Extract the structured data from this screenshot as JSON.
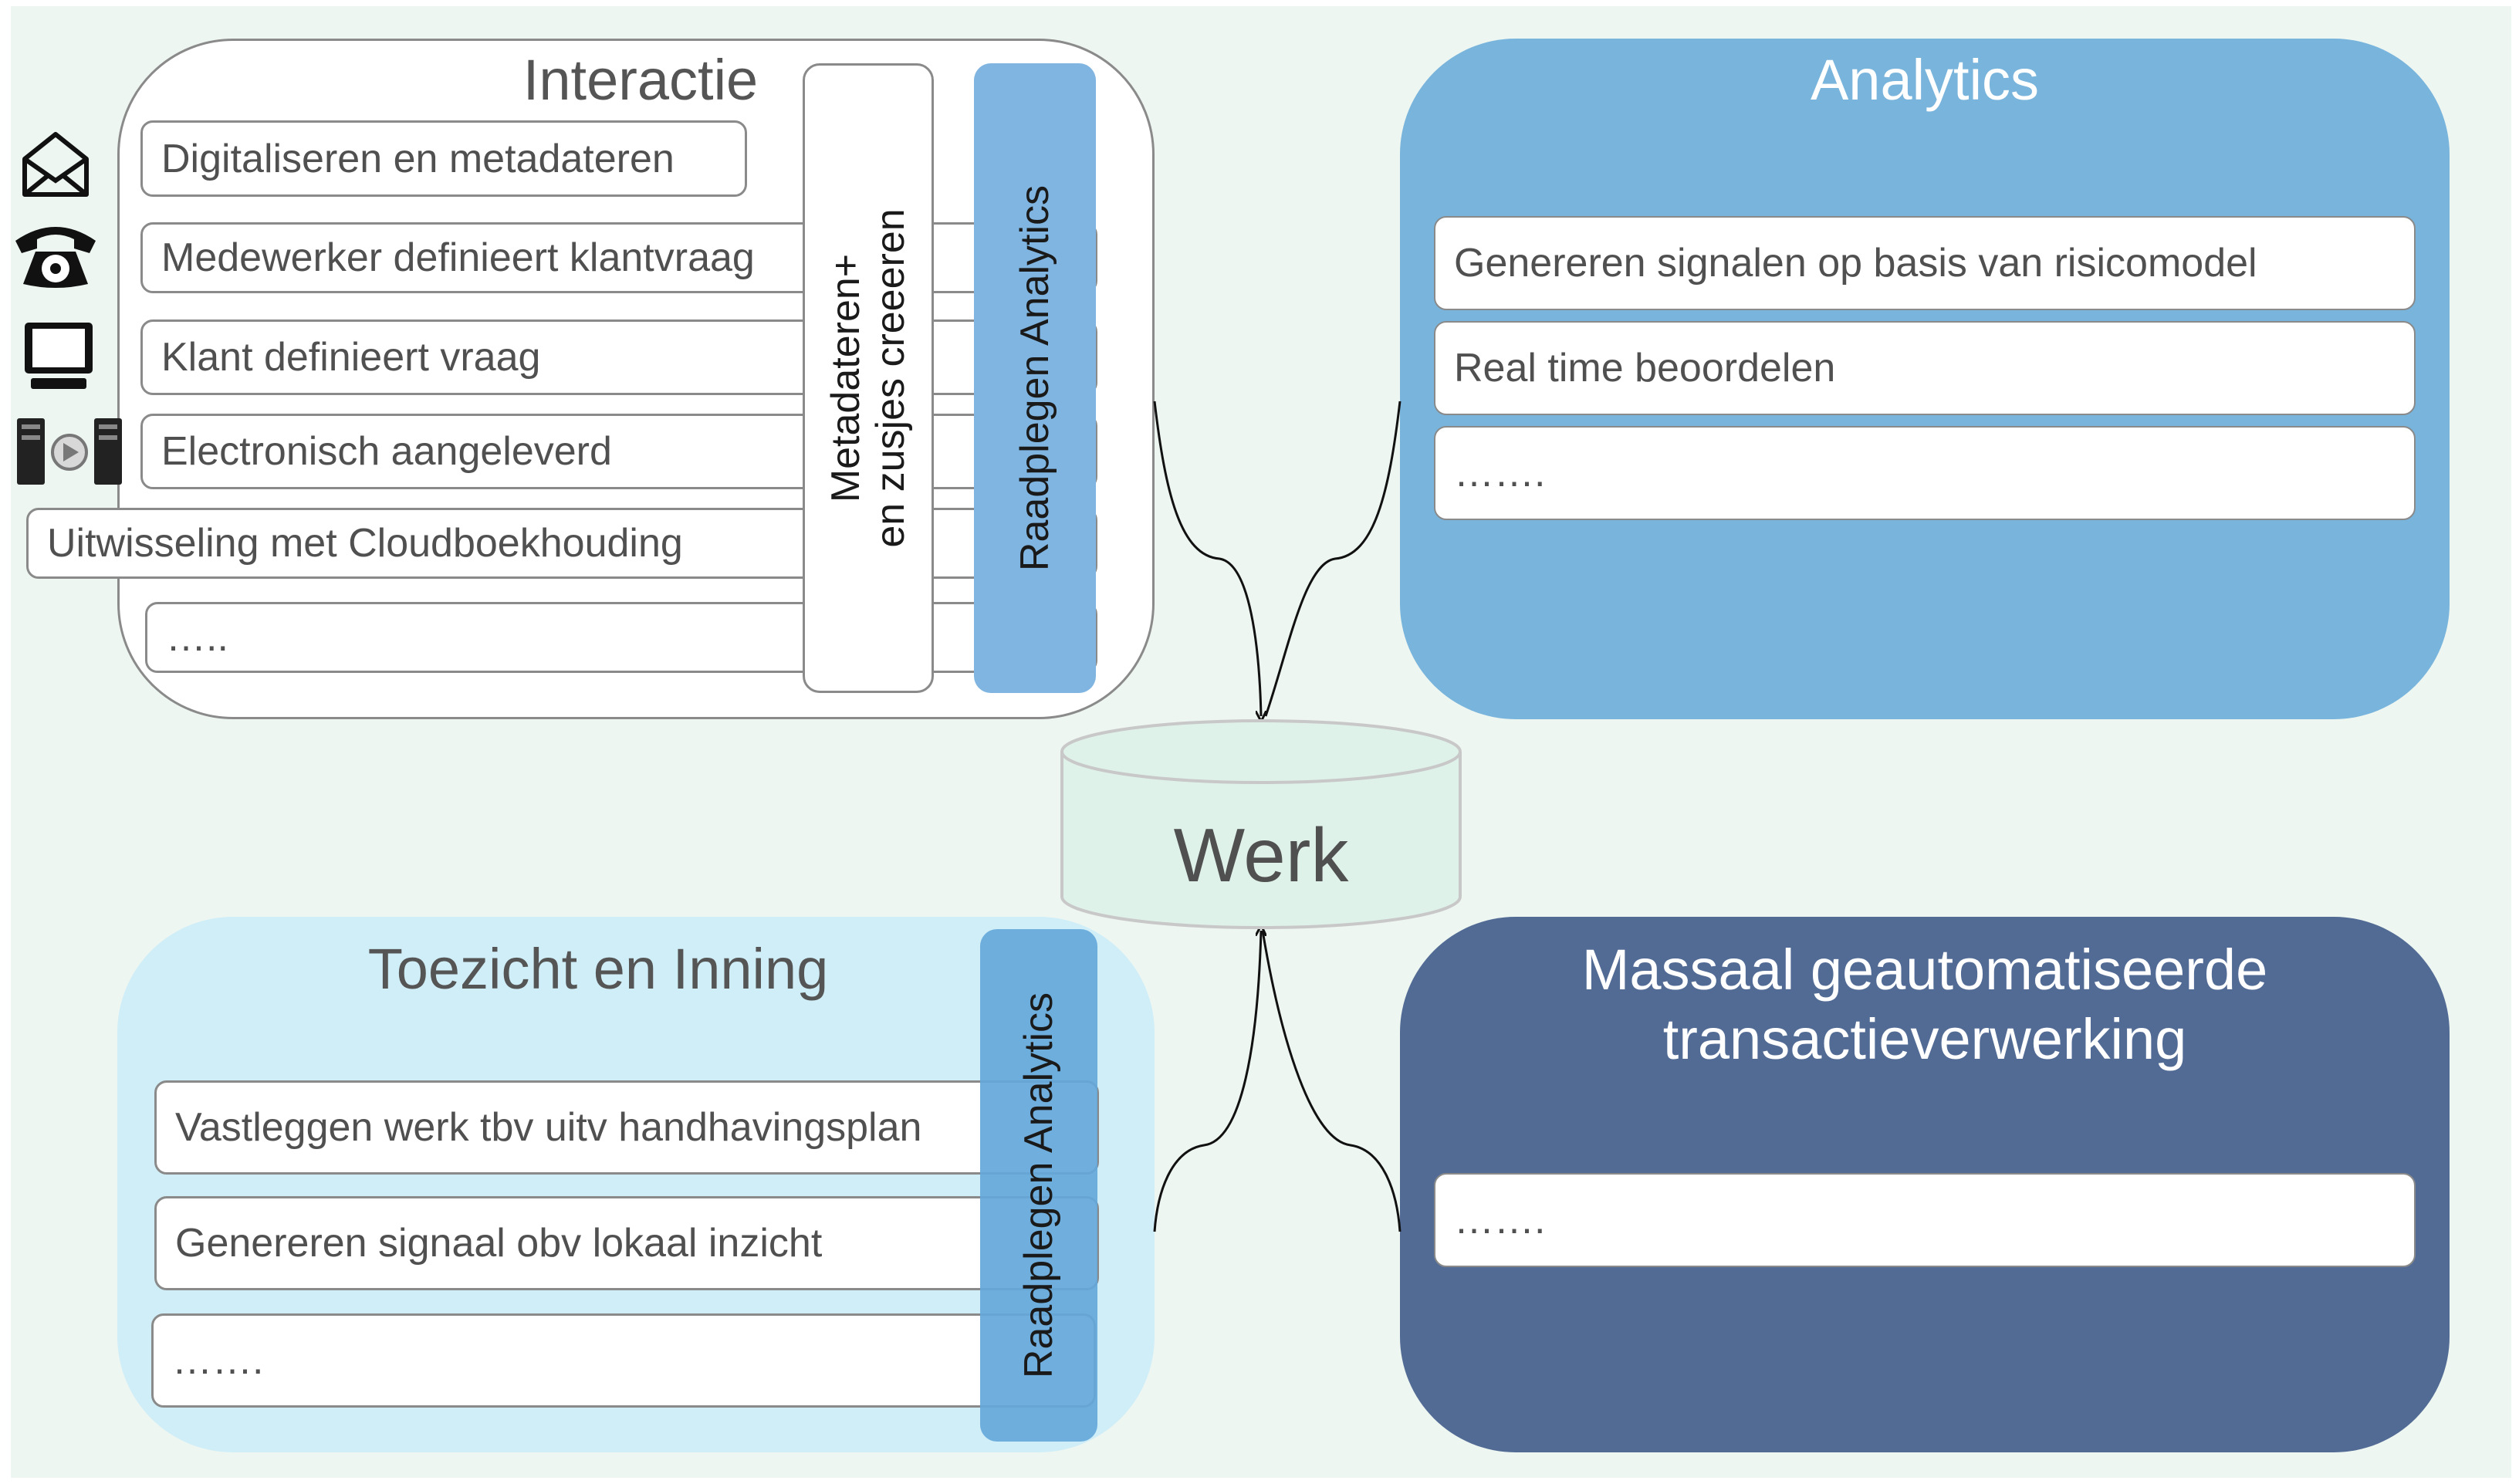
{
  "interactie": {
    "title": "Interactie",
    "items": [
      "Digitaliseren en metadateren",
      "Medewerker definieert klantvraag",
      "Klant definieert  vraag",
      "Electronisch aangeleverd",
      "Uitwisseling met Cloudboekhouding",
      "….."
    ],
    "metadateren_line1": "Metadateren+",
    "metadateren_line2": "en zusjes creeeren",
    "raadplegen": "Raadplegen  Analytics",
    "icons": [
      "envelope-icon",
      "telephone-icon",
      "computer-monitor-icon",
      "server-transfer-icon"
    ]
  },
  "analytics": {
    "title": "Analytics",
    "items": [
      "Genereren signalen op basis van risicomodel",
      "Real time beoordelen",
      "……."
    ]
  },
  "werk": {
    "label": "Werk"
  },
  "toezicht": {
    "title": "Toezicht en Inning",
    "items": [
      "Vastleggen werk  tbv uitv  handhavingsplan",
      "Genereren signaal obv lokaal inzicht",
      "……."
    ],
    "raadplegen": "Raadplegen  Analytics"
  },
  "massaal": {
    "title_line1": "Massaal geautomatiseerde",
    "title_line2": "transactieverwerking",
    "items": [
      "……."
    ]
  },
  "colors": {
    "background": "#eef6f1",
    "analytics_panel": "#78b4dc",
    "toezicht_panel": "#d0eef8",
    "massaal_panel": "#526b95",
    "raadplegen_bar": "#7fb5e0",
    "werk_cylinder": "#dff2ea"
  }
}
